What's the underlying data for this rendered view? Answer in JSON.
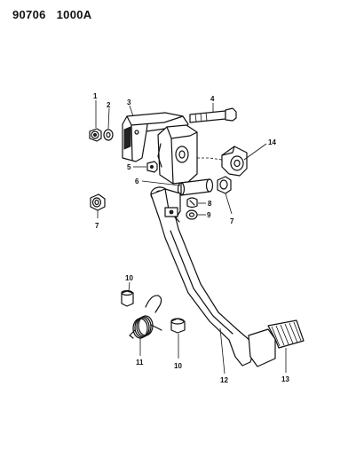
{
  "header": {
    "figure_number": "90706",
    "figure_code": "1000A"
  },
  "callouts": {
    "c1": "1",
    "c2": "2",
    "c3": "3",
    "c4": "4",
    "c5": "5",
    "c6": "6",
    "c7a": "7",
    "c7b": "7",
    "c8": "8",
    "c9": "9",
    "c10a": "10",
    "c10b": "10",
    "c11": "11",
    "c12": "12",
    "c13": "13",
    "c14": "14"
  }
}
